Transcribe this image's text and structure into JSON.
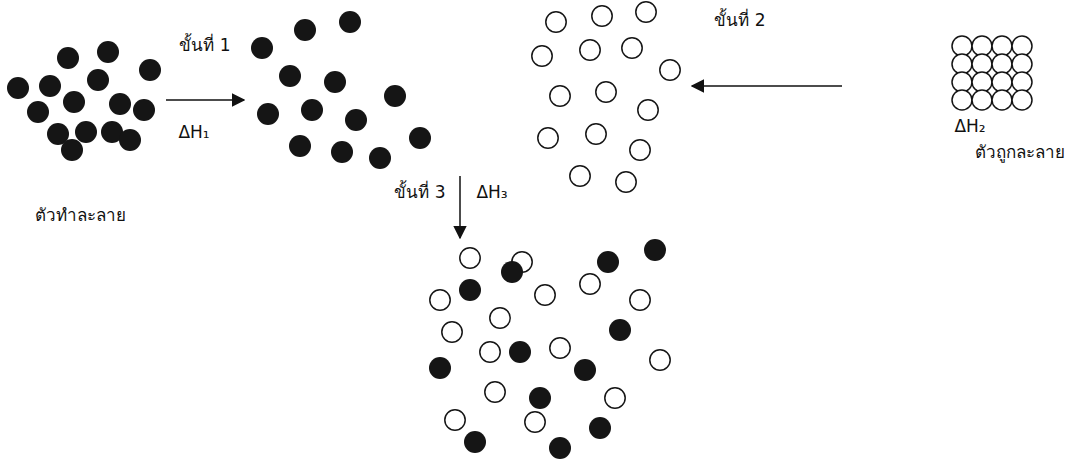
{
  "diagram": {
    "labels": [
      "ขั้นที่ 1",
      "ขั้นที่ 2",
      "ΔH₁",
      "ΔH₂",
      "ขั้นที่ 3",
      "ΔH₃",
      "ตัวทำละลาย",
      "ตัวถูกละลาย"
    ]
  }
}
